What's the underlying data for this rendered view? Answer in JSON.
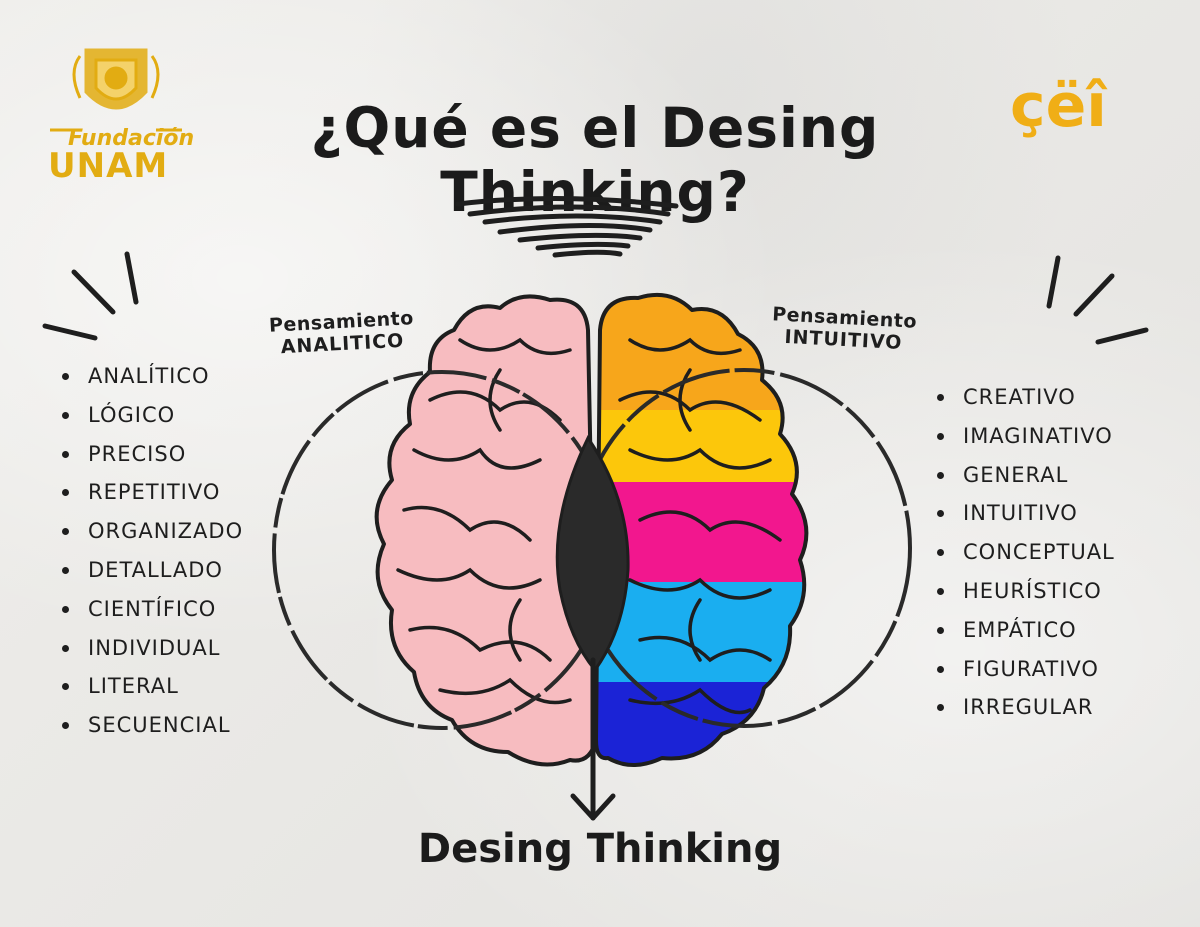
{
  "title": "¿Qué es el Desing Thinking?",
  "bottom_title": "Desing Thinking",
  "left_label": {
    "line1": "Pensamiento",
    "line2": "ANALITICO"
  },
  "right_label": {
    "line1": "Pensamiento",
    "line2": "INTUITIVO"
  },
  "left_list": [
    "ANALÍTICO",
    "LÓGICO",
    "PRECISO",
    "REPETITIVO",
    "ORGANIZADO",
    "DETALLADO",
    "CIENTÍFICO",
    "INDIVIDUAL",
    "LITERAL",
    "SECUENCIAL"
  ],
  "right_list": [
    "CREATIVO",
    "IMAGINATIVO",
    "GENERAL",
    "INTUITIVO",
    "CONCEPTUAL",
    "HEURÍSTICO",
    "EMPÁTICO",
    "FIGURATIVO",
    "IRREGULAR"
  ],
  "logo_left": {
    "line1": "Fundación",
    "line2": "UNAM"
  },
  "logo_right": {
    "text": "çëî"
  },
  "colors": {
    "ink": "#1e1e1e",
    "brand_gold": "#e2ac12",
    "brain_left": "#f7bcc0",
    "brain_orange": "#f7a61b",
    "brain_yellow": "#fcc70b",
    "brain_magenta": "#f2178e",
    "brain_cyan": "#1aaef0",
    "brain_blue": "#1b23d6"
  },
  "icons": [
    "unam-crest-icon",
    "brain-illustration",
    "venn-circles",
    "arrow-down-icon",
    "scribble-underline",
    "burst-lines-icon"
  ]
}
